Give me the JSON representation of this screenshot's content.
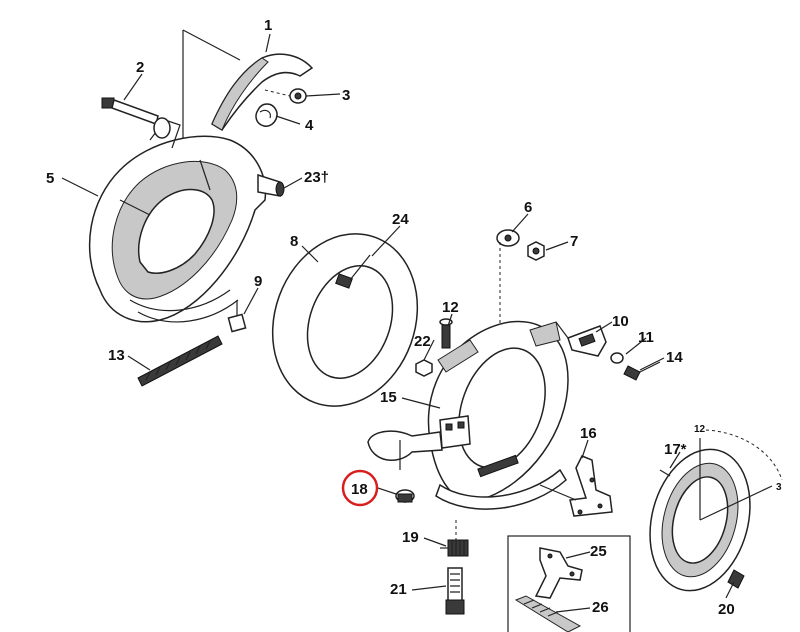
{
  "highlight_color": "#d62020",
  "callouts": [
    {
      "id": "1",
      "label": "1"
    },
    {
      "id": "2",
      "label": "2"
    },
    {
      "id": "3",
      "label": "3"
    },
    {
      "id": "4",
      "label": "4"
    },
    {
      "id": "5",
      "label": "5"
    },
    {
      "id": "23",
      "label": "23†"
    },
    {
      "id": "24",
      "label": "24"
    },
    {
      "id": "6",
      "label": "6"
    },
    {
      "id": "7",
      "label": "7"
    },
    {
      "id": "8",
      "label": "8"
    },
    {
      "id": "9",
      "label": "9"
    },
    {
      "id": "12",
      "label": "12"
    },
    {
      "id": "10",
      "label": "10"
    },
    {
      "id": "22",
      "label": "22"
    },
    {
      "id": "11",
      "label": "11"
    },
    {
      "id": "13",
      "label": "13"
    },
    {
      "id": "14",
      "label": "14"
    },
    {
      "id": "15",
      "label": "15"
    },
    {
      "id": "16",
      "label": "16"
    },
    {
      "id": "17",
      "label": "17*"
    },
    {
      "id": "18",
      "label": "18",
      "highlighted": true
    },
    {
      "id": "19",
      "label": "19"
    },
    {
      "id": "25",
      "label": "25"
    },
    {
      "id": "21",
      "label": "21"
    },
    {
      "id": "26",
      "label": "26"
    },
    {
      "id": "20",
      "label": "20"
    }
  ],
  "dial_marks": {
    "twelve": "12",
    "three": "3"
  }
}
